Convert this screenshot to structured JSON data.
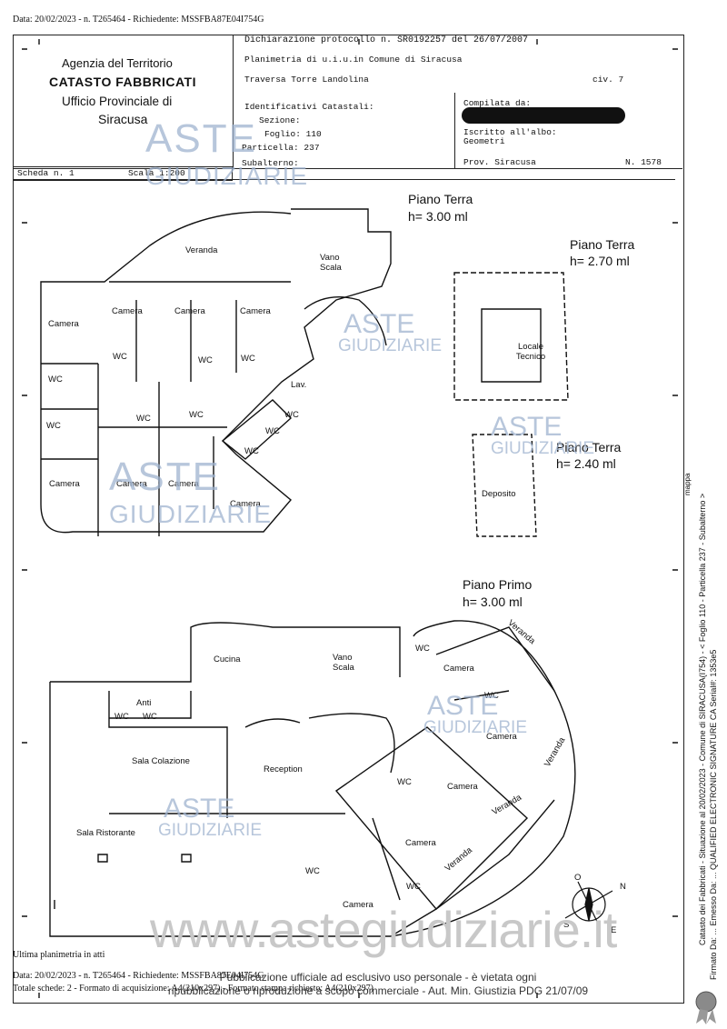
{
  "top_line": "Data: 20/02/2023 - n. T265464 - Richiedente: MSSFBA87E04I754G",
  "agency": {
    "line1": "Agenzia del Territorio",
    "line2": "CATASTO FABBRICATI",
    "line3": "Ufficio Provinciale di",
    "line4": "Siracusa"
  },
  "header": {
    "dichiarazione": "Dichiarazione protocollo n. SR0192257 del 26/07/2007",
    "planimetria": "Planimetria di u.i.u.in Comune di Siracusa",
    "via": "Traversa Torre Landolina",
    "civ": "civ. 7",
    "identificativi": "Identificativi Catastali:",
    "sezione": "Sezione:",
    "foglio": "Foglio: 110",
    "particella": "Particella: 237",
    "subalterno": "Subalterno:",
    "compilata": "Compilata da:",
    "iscritto": "Iscritto all'albo:",
    "geometri": "Geometri",
    "prov": "Prov. Siracusa",
    "numero": "N. 1578"
  },
  "scheda": {
    "left": "Scheda n. 1",
    "right": "Scala 1:200"
  },
  "watermark": {
    "aste": "ASTE",
    "giudiziarie": "GIUDIZIARIE"
  },
  "floors": {
    "pt1_title": "Piano Terra",
    "pt1_h": "h= 3.00 ml",
    "pt2_title": "Piano Terra",
    "pt2_h": "h= 2.70 ml",
    "pt3_title": "Piano Terra",
    "pt3_h": "h= 2.40 ml",
    "pp_title": "Piano Primo",
    "pp_h": "h= 3.00 ml"
  },
  "rooms": {
    "veranda": "Veranda",
    "vano_scala": "Vano Scala",
    "camera": "Camera",
    "wc": "WC",
    "lav": "Lav.",
    "locale_tecnico": "Locale Tecnico",
    "deposito": "Deposito",
    "cucina": "Cucina",
    "anti": "Anti",
    "sala_colazione": "Sala Colazione",
    "reception": "Reception",
    "sala_ristorante": "Sala Ristorante"
  },
  "compass": {
    "n": "N",
    "e": "E",
    "s": "S",
    "o": "O"
  },
  "footer": {
    "ultima": "Ultima planimetria in atti",
    "data": "Data: 20/02/2023 - n. T265464 - Richiedente: MSSFBA87E04I754G",
    "totale": "Totale schede: 2 - Formato di acquisizione: A4(210x297) - Formato stampa richiesto: A4(210x297)"
  },
  "website": "www.astegiudiziarie.it",
  "pub_note_1": "Pubblicazione ufficiale ad esclusivo uso personale - è vietata ogni",
  "pub_note_2": "ripubblicazione o riproduzione a scopo commerciale - Aut. Min. Giustizia PDG 21/07/09",
  "side_text_1": "Catasto dei Fabbricati - Situazione al 20/02/2023 - Comune di SIRACUSA(I754) - < Foglio 110 - Particella 237 - Subalterno >",
  "side_text_2": "Firmato Da: ... Emesso Da: ... QUALIFIED ELECTRONIC SIGNATURE CA Serial#: 1353e5",
  "side_text_3": "mappa"
}
